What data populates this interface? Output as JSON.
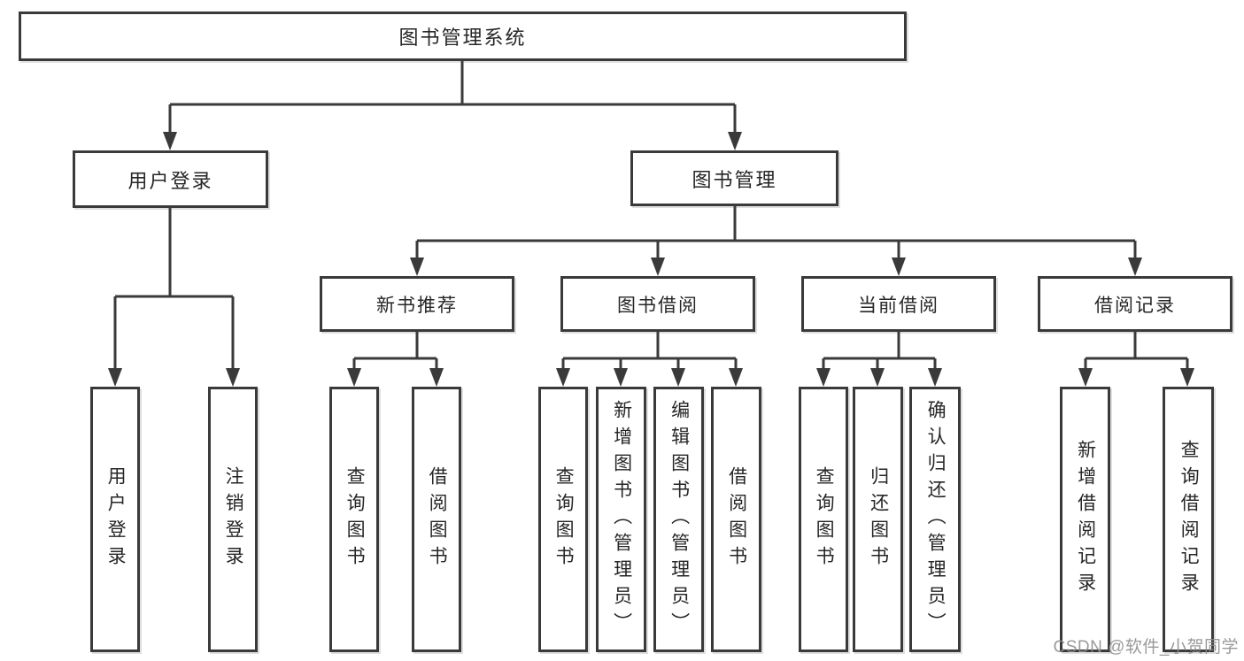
{
  "colors": {
    "line": "#3a3a3a",
    "box_border": "#3a3a3a",
    "text": "#262626",
    "watermark": "#8c8c8c",
    "background": "#ffffff"
  },
  "nodes": {
    "root": "图书管理系统",
    "user_login": "用户登录",
    "book_mgmt": "图书管理",
    "new_book_rec": "新书推荐",
    "book_borrow": "图书借阅",
    "current_borrow": "当前借阅",
    "borrow_records": "借阅记录",
    "user_login_leaf": "用户登录",
    "logout_leaf": "注销登录",
    "rec_query_book": "查询图书",
    "rec_borrow_book": "借阅图书",
    "borrow_query_book": "查询图书",
    "borrow_add_book": "新增图书（管理员）",
    "borrow_edit_book": "编辑图书（管理员）",
    "borrow_borrow_book": "借阅图书",
    "current_query_book": "查询图书",
    "current_return_book": "归还图书",
    "current_confirm_return": "确认归还（管理员）",
    "records_add_record": "新增借阅记录",
    "records_query_record": "查询借阅记录"
  },
  "watermark": "CSDN @软件_小贺同学"
}
